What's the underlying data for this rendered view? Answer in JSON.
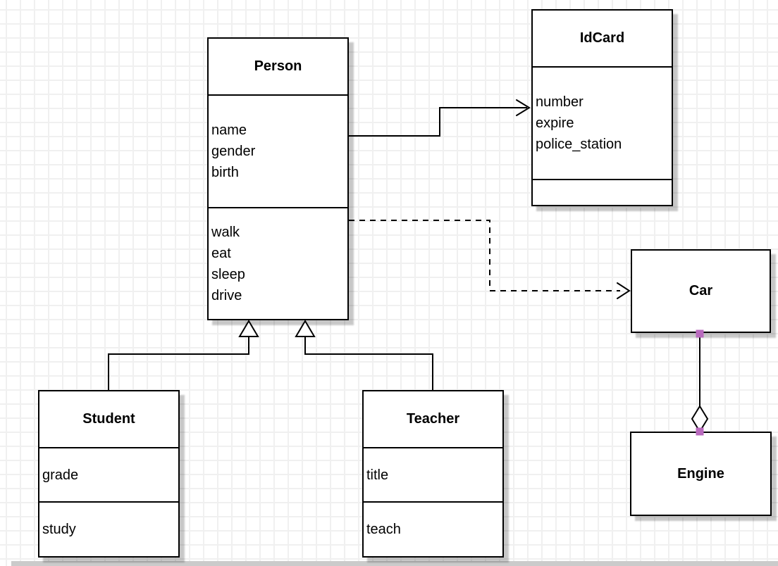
{
  "classes": {
    "person": {
      "title": "Person",
      "attributes": [
        "name",
        "gender",
        "birth"
      ],
      "methods": [
        "walk",
        "eat",
        "sleep",
        "drive"
      ]
    },
    "idcard": {
      "title": "IdCard",
      "attributes": [
        "number",
        "expire",
        "police_station"
      ],
      "methods": []
    },
    "car": {
      "title": "Car"
    },
    "engine": {
      "title": "Engine"
    },
    "student": {
      "title": "Student",
      "attributes": [
        "grade"
      ],
      "methods": [
        "study"
      ]
    },
    "teacher": {
      "title": "Teacher",
      "attributes": [
        "title"
      ],
      "methods": [
        "teach"
      ]
    }
  },
  "relationships": [
    {
      "from": "Person",
      "to": "IdCard",
      "type": "association",
      "line": "solid",
      "arrow": "open"
    },
    {
      "from": "Person",
      "to": "Car",
      "type": "dependency",
      "line": "dashed",
      "arrow": "open"
    },
    {
      "from": "Student",
      "to": "Person",
      "type": "generalization",
      "line": "solid",
      "arrow": "hollow-triangle"
    },
    {
      "from": "Teacher",
      "to": "Person",
      "type": "generalization",
      "line": "solid",
      "arrow": "hollow-triangle"
    },
    {
      "from": "Car",
      "to": "Engine",
      "type": "aggregation",
      "line": "solid",
      "diamond_at": "Engine"
    }
  ],
  "colors": {
    "box_fill": "#ffffff",
    "box_border": "#000000",
    "line": "#000000",
    "grid_line": "#f0f0f0",
    "canvas_bg": "#ffffff",
    "connection_handle": "#b96abe",
    "page_edge": "#cbcbcb"
  }
}
